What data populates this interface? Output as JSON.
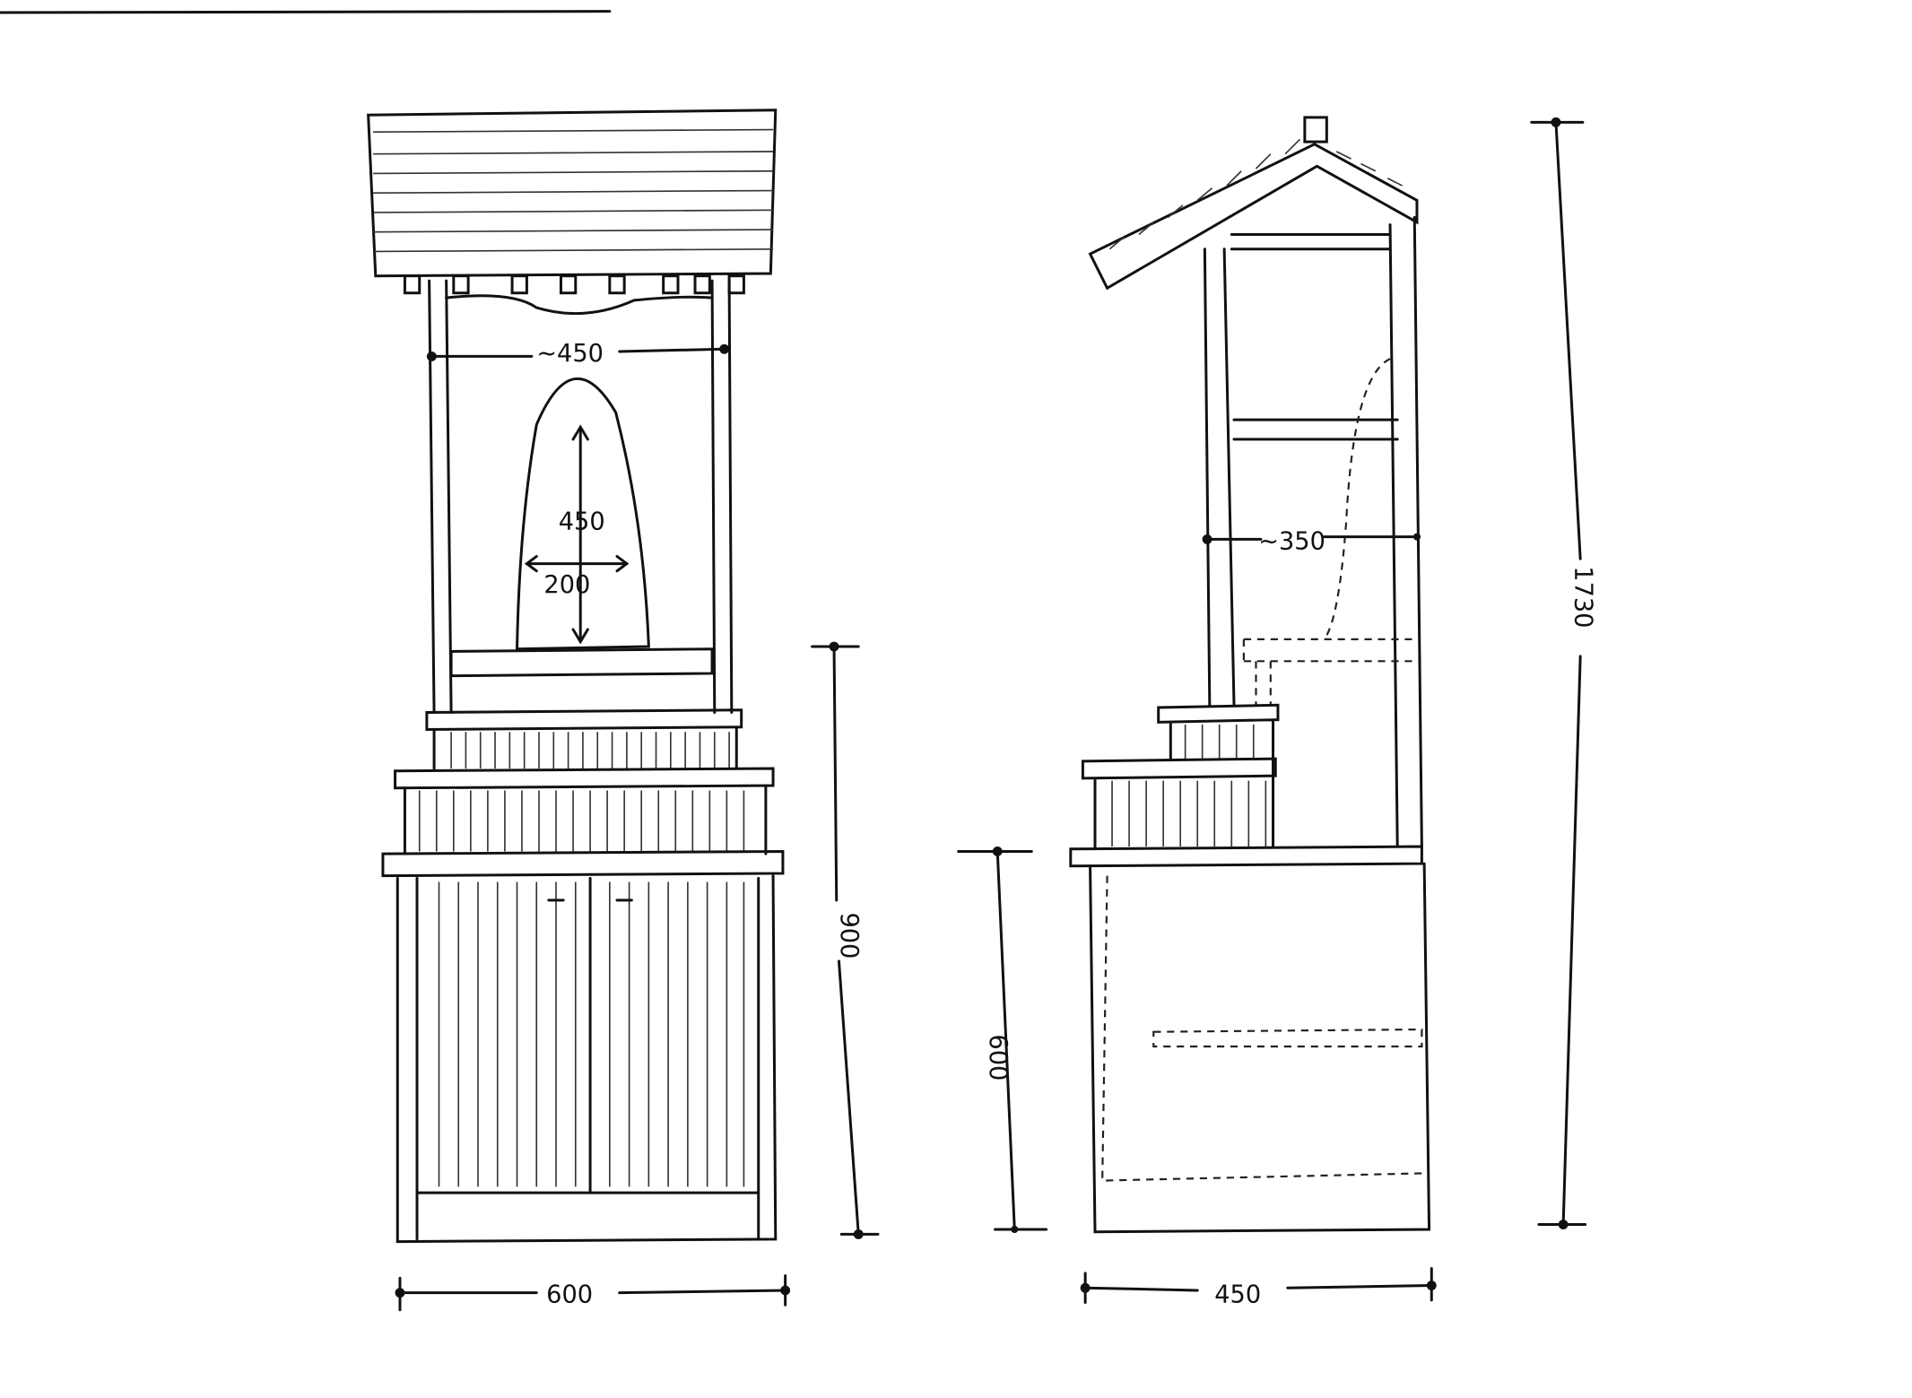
{
  "front_view": {
    "width_label": "600",
    "opening_label": "~450",
    "stone_height_label": "450",
    "stone_width_label": "200",
    "cabinet_height_label": "900"
  },
  "side_view": {
    "depth_label": "~350",
    "base_height_label": "600",
    "total_height_label": "1730",
    "overall_depth_label": "450"
  }
}
